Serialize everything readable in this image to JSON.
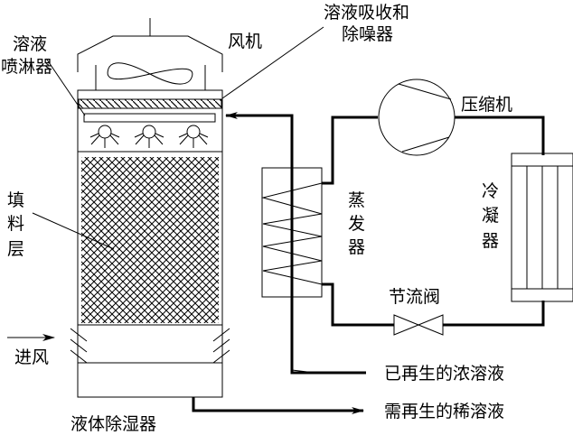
{
  "diagram": {
    "title": "Liquid desiccant dehumidification with heat-pump regeneration",
    "labels": {
      "fan": "风机",
      "sprayer_line1": "溶液",
      "sprayer_line2": "喷淋器",
      "absorber_line1": "溶液吸收和",
      "absorber_line2": "除噪器",
      "packing_1": "填",
      "packing_2": "料",
      "packing_3": "层",
      "air_inlet": "进风",
      "dehumidifier": "液体除湿器",
      "compressor": "压缩机",
      "evaporator_1": "蒸",
      "evaporator_2": "发",
      "evaporator_3": "器",
      "condenser_1": "冷",
      "condenser_2": "凝",
      "condenser_3": "器",
      "throttle_valve": "节流阀",
      "regenerated_solution": "已再生的浓溶液",
      "dilute_solution": "需再生的稀溶液"
    },
    "components": [
      {
        "id": "fan",
        "icon": "fan-icon"
      },
      {
        "id": "mist-eliminator",
        "icon": "hatched-layer"
      },
      {
        "id": "spray-header",
        "icon": "spray-nozzle-icon",
        "nozzle_count": 3
      },
      {
        "id": "packing",
        "icon": "crosshatch-fill"
      },
      {
        "id": "air-inlet-louvers",
        "icon": "louver-icon"
      },
      {
        "id": "sump"
      },
      {
        "id": "compressor",
        "icon": "compressor-icon"
      },
      {
        "id": "evaporator",
        "icon": "coil-icon"
      },
      {
        "id": "condenser",
        "icon": "tube-bundle-icon"
      },
      {
        "id": "throttle-valve",
        "icon": "valve-icon"
      }
    ]
  }
}
